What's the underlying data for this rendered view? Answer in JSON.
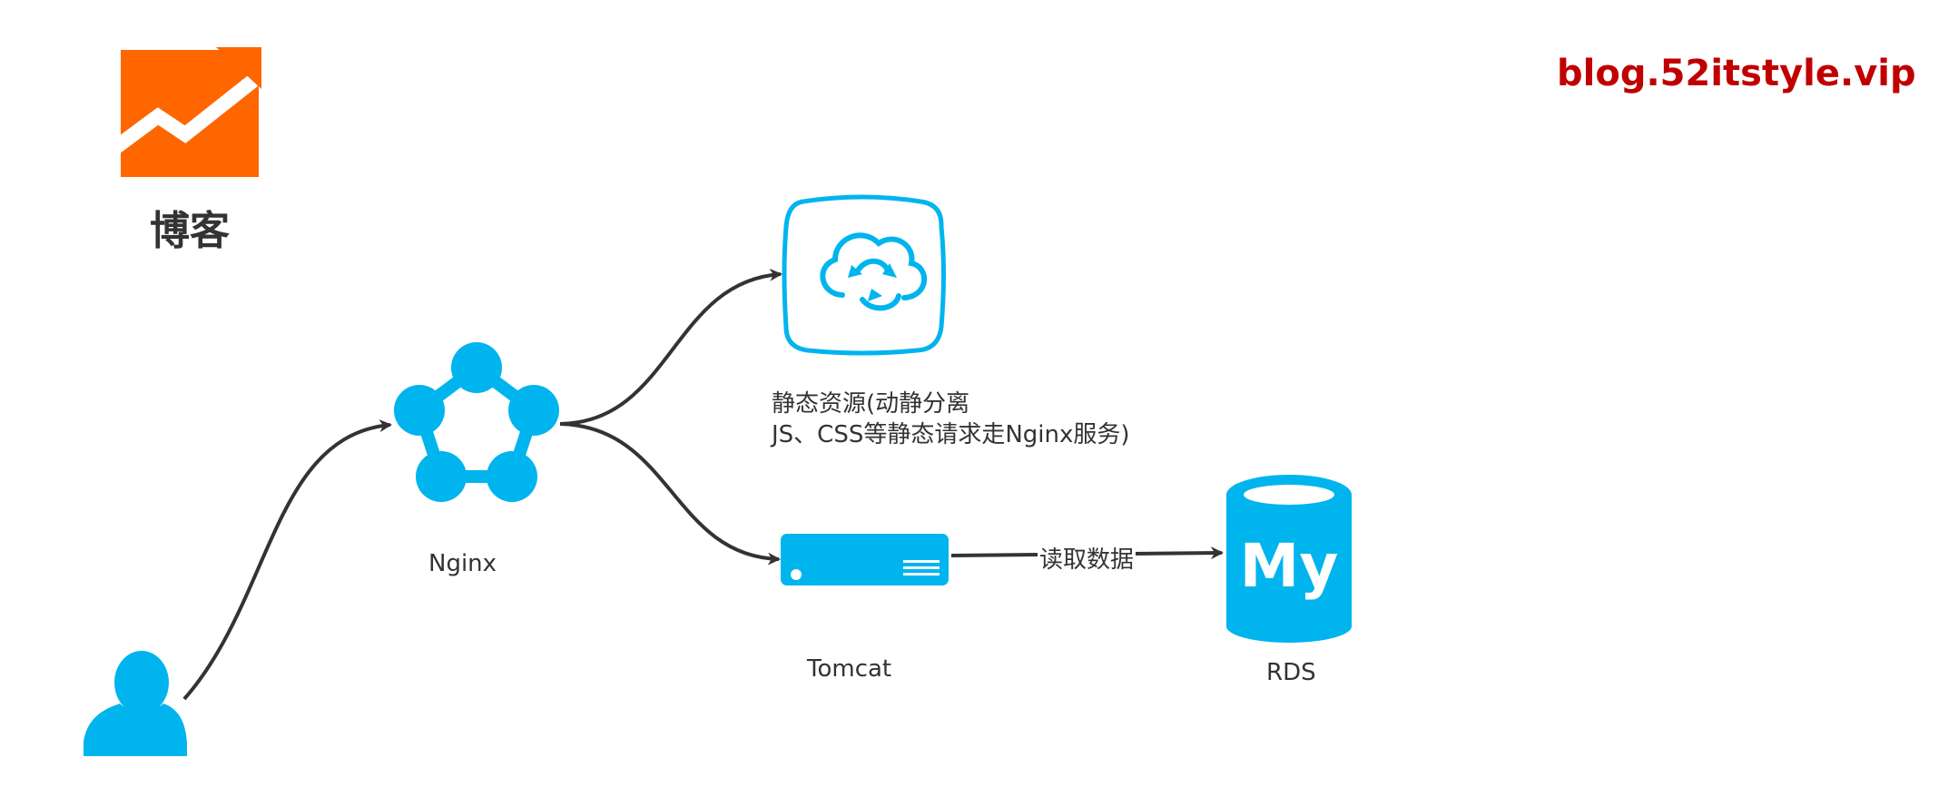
{
  "brand": {
    "url_text": "blog.52itstyle.vip",
    "color": "#c00000"
  },
  "blog_logo": {
    "label": "博客",
    "icon": "trend-chart-icon",
    "color": "#ff6600"
  },
  "nodes": {
    "user": {
      "icon": "user-icon"
    },
    "nginx": {
      "label": "Nginx",
      "icon": "nginx-network-icon"
    },
    "static": {
      "icon": "cloud-sync-icon",
      "description_line1": "静态资源(动静分离",
      "description_line2": "JS、CSS等静态请求走Nginx服务)"
    },
    "tomcat": {
      "label": "Tomcat",
      "icon": "server-icon"
    },
    "rds": {
      "label": "RDS",
      "icon": "mysql-database-icon",
      "badge": "My"
    }
  },
  "edges": {
    "tomcat_to_rds": {
      "label": "读取数据"
    }
  },
  "colors": {
    "accent": "#00b4ee",
    "edge": "#333333"
  }
}
